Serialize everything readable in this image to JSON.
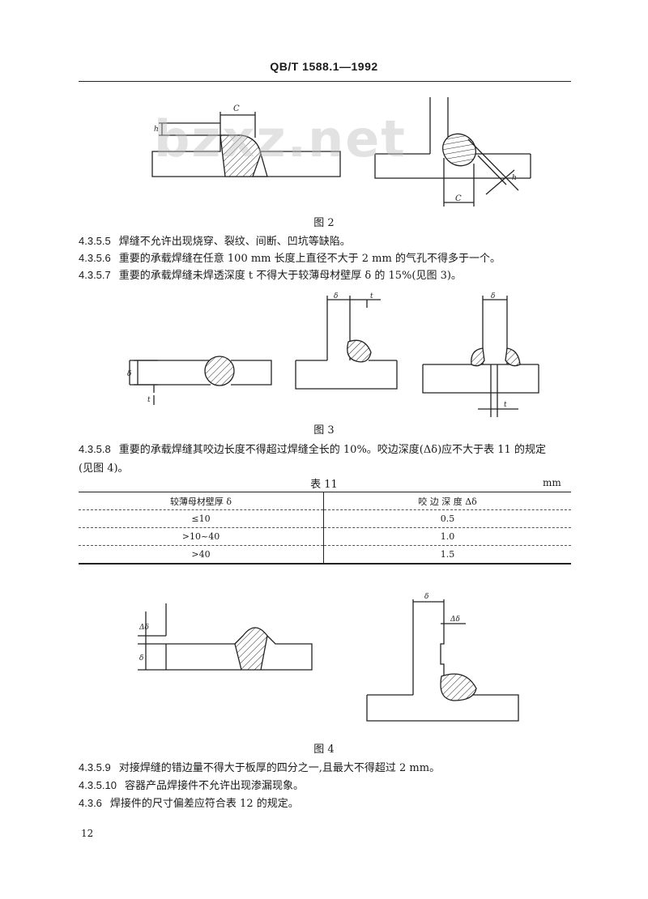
{
  "header": {
    "standard_code": "QB/T 1588.1—1992"
  },
  "watermark": "bzxz.net",
  "figure2": {
    "caption": "图 2",
    "labels": {
      "c": "C",
      "h": "h"
    }
  },
  "clauses_a": [
    {
      "num": "4.3.5.5",
      "text": "焊缝不允许出现烧穿、裂纹、间断、凹坑等缺陷。"
    },
    {
      "num": "4.3.5.6",
      "text": "重要的承载焊缝在任意 100 mm 长度上直径不大于 2 mm 的气孔不得多于一个。"
    },
    {
      "num": "4.3.5.7",
      "text": "重要的承载焊缝未焊透深度 t 不得大于较薄母材壁厚 δ 的 15%(见图 3)。"
    }
  ],
  "figure3": {
    "caption": "图 3",
    "labels": {
      "delta": "δ",
      "t": "t"
    }
  },
  "clause_b": {
    "num": "4.3.5.8",
    "text": "重要的承载焊缝其咬边长度不得超过焊缝全长的 10%。咬边深度(Δδ)应不大于表 11 的规定",
    "cont": "(见图 4)。"
  },
  "table11": {
    "title": "表 11",
    "unit": "mm",
    "headers": [
      "较薄母材壁厚 δ",
      "咬 边 深 度 Δδ"
    ],
    "rows": [
      [
        "≤10",
        "0.5"
      ],
      [
        ">10~40",
        "1.0"
      ],
      [
        ">40",
        "1.5"
      ]
    ]
  },
  "figure4": {
    "caption": "图 4",
    "labels": {
      "delta": "δ",
      "ddelta": "Δδ"
    }
  },
  "clauses_c": [
    {
      "num": "4.3.5.9",
      "text": "对接焊缝的错边量不得大于板厚的四分之一,且最大不得超过 2 mm。"
    },
    {
      "num": "4.3.5.10",
      "text": "容器产品焊接件不允许出现渗漏现象。"
    },
    {
      "num": "4.3.6",
      "text": "焊接件的尺寸偏差应符合表 12 的规定。"
    }
  ],
  "page_number": "12"
}
